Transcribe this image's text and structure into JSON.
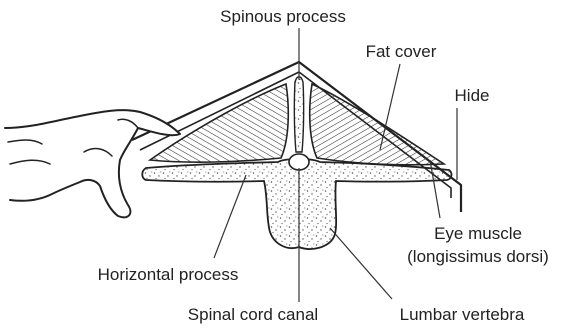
{
  "labels": {
    "spinous_process": "Spinous process",
    "fat_cover": "Fat cover",
    "hide": "Hide",
    "eye_muscle_line1": "Eye muscle",
    "eye_muscle_line2": "(longissimus dorsi)",
    "horizontal_process": "Horizontal process",
    "spinal_cord_canal": "Spinal cord canal",
    "lumbar_vertebra": "Lumbar vertebra"
  },
  "colors": {
    "line": "#222222",
    "stipple": "#555555",
    "background": "#ffffff"
  }
}
